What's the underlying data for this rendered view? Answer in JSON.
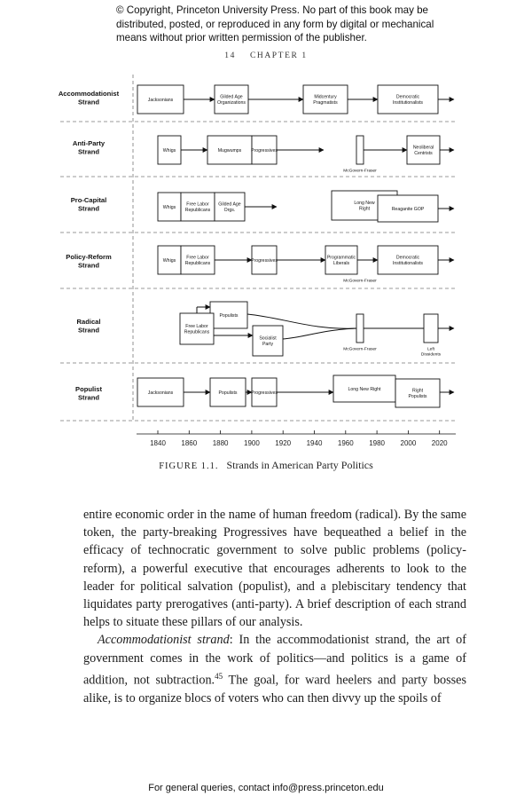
{
  "copyright_notice": "© Copyright, Princeton University Press. No part of this book may be distributed, posted, or reproduced in any form by digital or mechanical means without prior written permission of the publisher.",
  "running_head": {
    "page_number": "14",
    "chapter": "CHAPTER 1"
  },
  "figure": {
    "strands": [
      {
        "label": [
          "Accommodationist",
          "Strand"
        ]
      },
      {
        "label": [
          "Anti-Party",
          "Strand"
        ]
      },
      {
        "label": [
          "Pro-Capital",
          "Strand"
        ]
      },
      {
        "label": [
          "Policy-Reform",
          "Strand"
        ]
      },
      {
        "label": [
          "Radical",
          "Strand"
        ]
      },
      {
        "label": [
          "Populist",
          "Strand"
        ]
      }
    ],
    "nodes": {
      "acc_jacksonians": [
        "Jacksonians"
      ],
      "acc_gilded": [
        "Gilded Age",
        "Organizations"
      ],
      "acc_midcentury": [
        "Midcentury",
        "Pragmatists"
      ],
      "acc_dem_inst": [
        "Democratic",
        "Institutionalists"
      ],
      "ap_whigs": [
        "Whigs"
      ],
      "ap_mugwumps": [
        "Mugwumps"
      ],
      "ap_progressives": [
        "Progressives"
      ],
      "ap_mcgovern": [
        "McGovern-Fraser"
      ],
      "ap_neoliberal": [
        "Neoliberal",
        "Centrists"
      ],
      "pc_whigs": [
        "Whigs"
      ],
      "pc_freelabor": [
        "Free Labor",
        "Republicans"
      ],
      "pc_gilded": [
        "Gilded Age",
        "Orgs."
      ],
      "pc_longnewright": [
        "Long New",
        "Right"
      ],
      "pc_reaganite": [
        "Reaganite GOP"
      ],
      "pr_whigs": [
        "Whigs"
      ],
      "pr_freelabor": [
        "Free Labor",
        "Republicans"
      ],
      "pr_progressives": [
        "Progressives"
      ],
      "pr_programmatic": [
        "Programmatic",
        "Liberals"
      ],
      "pr_mcgovern": [
        "McGovern-Fraser"
      ],
      "pr_dem_inst": [
        "Democratic",
        "Institutionalists"
      ],
      "rad_populists": [
        "Populists"
      ],
      "rad_freelabor": [
        "Free Labor",
        "Republicans"
      ],
      "rad_socialist": [
        "Socialist",
        "Party"
      ],
      "rad_mcgovern": [
        "McGovern-Fraser"
      ],
      "rad_leftdissidents": [
        "Left",
        "Dissidents"
      ],
      "pop_jacksonians": [
        "Jacksonians"
      ],
      "pop_populists": [
        "Populists"
      ],
      "pop_progressives": [
        "Progressives"
      ],
      "pop_longnewright": [
        "Long New Right"
      ],
      "pop_rightpopulists": [
        "Right",
        "Populists"
      ]
    },
    "axis": {
      "ticks": [
        "1840",
        "1860",
        "1880",
        "1900",
        "1920",
        "1940",
        "1960",
        "1980",
        "2000",
        "2020"
      ]
    },
    "caption_label": "FIGURE 1.1.",
    "caption_title": "Strands in American Party Politics"
  },
  "body": {
    "p1": "entire economic order in the name of human freedom (radical). By the same token, the party-breaking Progressives have bequeathed a belief in the efficacy of technocratic government to solve public problems (policy-reform), a powerful executive that encourages adherents to look to the leader for political salvation (populist), and a plebiscitary tendency that liquidates party prerogatives (anti-party). A brief description of each strand helps to situate these pillars of our analysis.",
    "p2_italic": "Accommodationist strand",
    "p2_rest": ": In the accommodationist strand, the art of government comes in the work of politics—and politics is a game of addition, not subtraction.",
    "p2_footnote": "45",
    "p2_end": " The goal, for ward heelers and party bosses alike, is to organize blocs of voters who can then divvy up the spoils of"
  },
  "footer": "For general queries, contact info@press.princeton.edu"
}
